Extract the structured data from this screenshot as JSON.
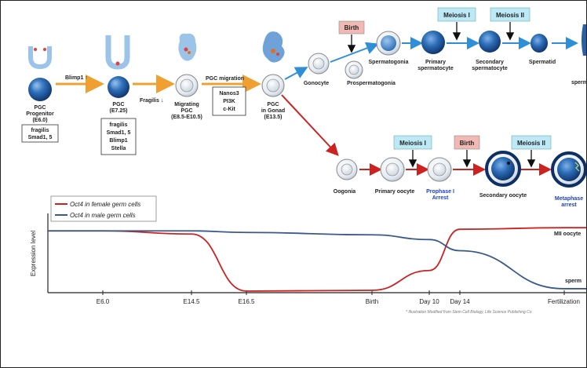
{
  "top": {
    "progenitor": {
      "title1": "PGC",
      "title2": "Progenitor",
      "stage": "(E6.0)",
      "markers": [
        "fragilis",
        "Smad1, 5"
      ]
    },
    "blimp_arrow": "Blimp1 ↑",
    "pgc_e725": {
      "title": "PGC",
      "stage": "(E7.25)",
      "markers": [
        "fragilis",
        "Smad1, 5",
        "Blimp1",
        "Stella"
      ]
    },
    "fragilis_arrow": "Fragilis ↓",
    "migrating": {
      "title1": "Migrating",
      "title2": "PGC",
      "stage": "(E8.5-E10.5)"
    },
    "migration_label": "PGC migration",
    "migration_markers": [
      "Nanos3",
      "PI3K",
      "c-Kit"
    ],
    "gonad": {
      "title1": "PGC",
      "title2": "in Gonad",
      "stage": "(E13.5)"
    }
  },
  "male": {
    "birth": "Birth",
    "meiosis1": "Meiosis I",
    "meiosis2": "Meiosis II",
    "gonocyte": "Gonocyte",
    "prospermatogonia": "Prospermatogonia",
    "spermatogonia": "Spermatogonia",
    "primary1": "Primary",
    "primary2": "spermatocyte",
    "secondary1": "Secondary",
    "secondary2": "spermatocyte",
    "spermatid": "Spermatid",
    "sperm": "sperm"
  },
  "female": {
    "meiosis1": "Meiosis I",
    "birth": "Birth",
    "meiosis2": "Meiosis II",
    "oogonia": "Oogonia",
    "primary_oocyte": "Primary oocyte",
    "prophase1": "Prophase I",
    "prophase2": "Arrest",
    "secondary_oocyte": "Secondary oocyte",
    "metaphase1": "Metaphase",
    "metaphase2": "arrest"
  },
  "chart_data": {
    "type": "line",
    "ylabel": "Expression level",
    "x_ticks": [
      "E6.0",
      "E14.5",
      "E16.5",
      "Birth",
      "Day 10",
      "Day 14",
      "Fertilization"
    ],
    "series": [
      {
        "name": "Oct4 in female germ cells",
        "color": "#cc2222",
        "end_label": "MII oocyte",
        "values": [
          0.78,
          0.74,
          0.02,
          0.03,
          0.28,
          0.8,
          0.82
        ]
      },
      {
        "name": "Oct4 in male germ cells",
        "color": "#3a5a8c",
        "end_label": "sperm",
        "values": [
          0.78,
          0.78,
          0.76,
          0.73,
          0.67,
          0.53,
          0.05
        ]
      }
    ],
    "legend_position": "top-left",
    "credit": "* Illustration Modified from Stem Cell Biology, Life Science Publishing Co"
  },
  "colors": {
    "arrow_orange": "#f0a030",
    "arrow_blue": "#2e8fd8",
    "arrow_red": "#cc2222",
    "meiosis_box": "#bde8f5",
    "birth_box": "#f2b8b3"
  }
}
